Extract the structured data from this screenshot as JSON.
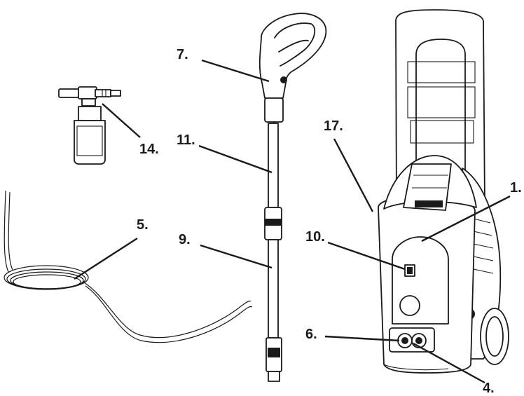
{
  "callouts": {
    "c1": "1.",
    "c4": "4.",
    "c5": "5.",
    "c6": "6.",
    "c7": "7.",
    "c9": "9.",
    "c10": "10.",
    "c11": "11.",
    "c14": "14.",
    "c17": "17."
  }
}
